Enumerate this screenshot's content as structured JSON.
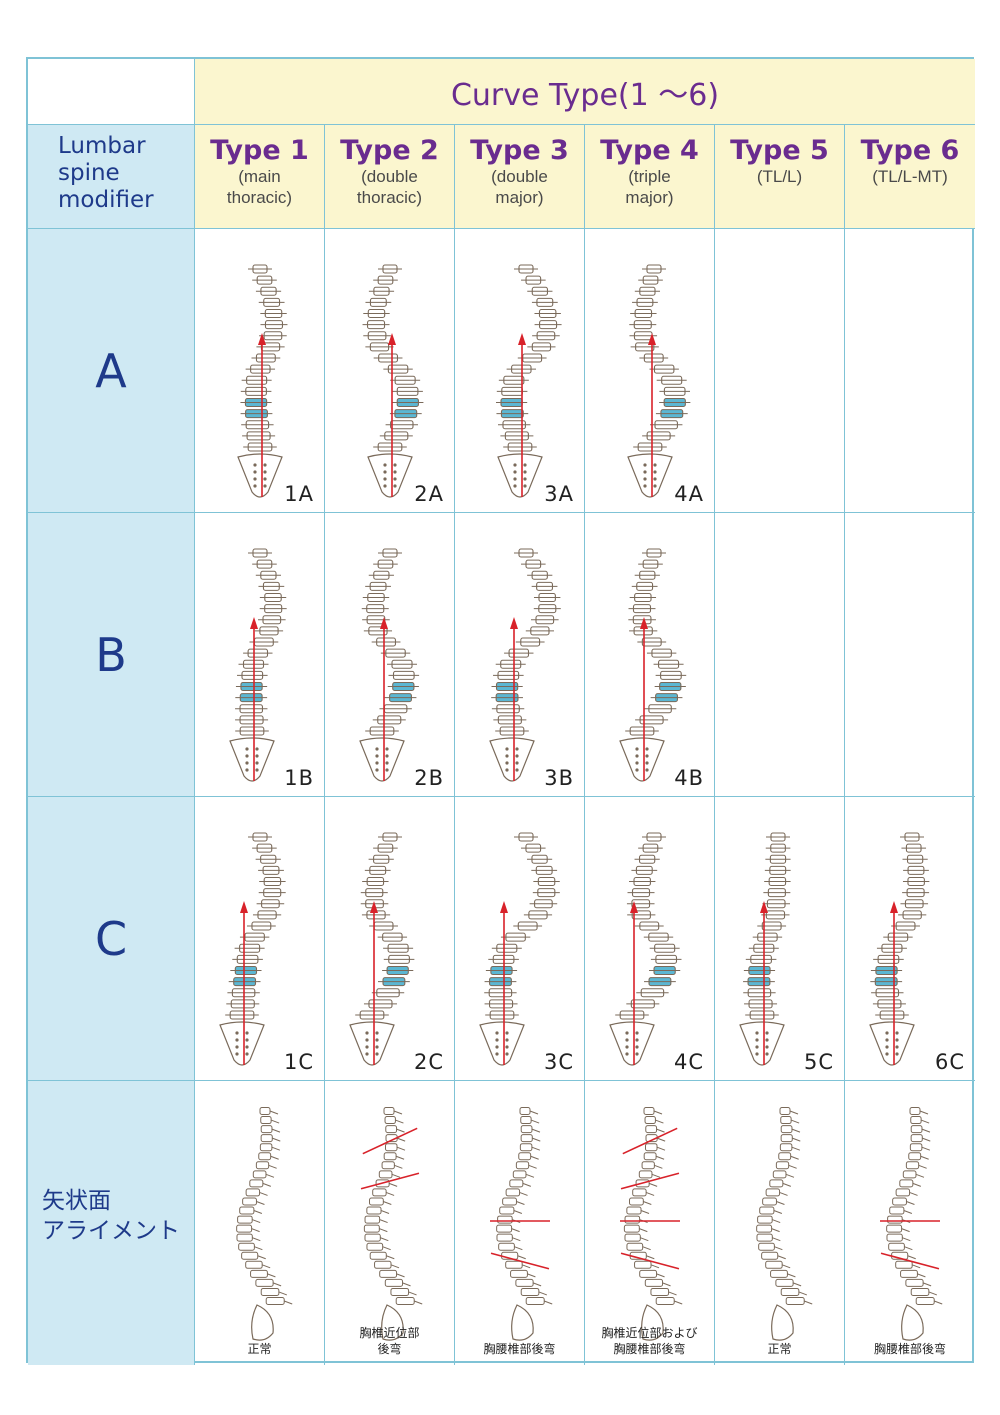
{
  "header": {
    "curve_type_title": "Curve Type(1 ～6)"
  },
  "row_header": {
    "lumbar_label": "Lumbar spine modifier"
  },
  "types": [
    {
      "name": "Type 1",
      "desc1": "(main",
      "desc2": "thoracic)"
    },
    {
      "name": "Type 2",
      "desc1": "(double",
      "desc2": "thoracic)"
    },
    {
      "name": "Type 3",
      "desc1": "(double",
      "desc2": "major)"
    },
    {
      "name": "Type 4",
      "desc1": "(triple",
      "desc2": "major)"
    },
    {
      "name": "Type 5",
      "desc1": "(TL/L)",
      "desc2": ""
    },
    {
      "name": "Type 6",
      "desc1": "(TL/L-MT)",
      "desc2": ""
    }
  ],
  "modifiers": [
    "A",
    "B",
    "C"
  ],
  "cell_labels": {
    "A": [
      "1A",
      "2A",
      "3A",
      "4A",
      "",
      ""
    ],
    "B": [
      "1B",
      "2B",
      "3B",
      "4B",
      "",
      ""
    ],
    "C": [
      "1C",
      "2C",
      "3C",
      "4C",
      "5C",
      "6C"
    ]
  },
  "sagittal": {
    "label_line1": "矢状面",
    "label_line2": "アライメント",
    "captions": [
      {
        "l1": "正常",
        "l2": ""
      },
      {
        "l1": "胸椎近位部",
        "l2": "後弯"
      },
      {
        "l1": "胸腰椎部後弯",
        "l2": ""
      },
      {
        "l1": "胸椎近位部および",
        "l2": "胸腰椎部後弯"
      },
      {
        "l1": "正常",
        "l2": ""
      },
      {
        "l1": "胸腰椎部後弯",
        "l2": ""
      }
    ]
  },
  "colors": {
    "border": "#7fc3d6",
    "row_bg": "#cfe9f3",
    "header_bg": "#fbf6cf",
    "type_text": "#6a2c8f",
    "row_text": "#1e3a8a",
    "highlight": "#5bb7d3",
    "arrow": "#d8222a"
  }
}
